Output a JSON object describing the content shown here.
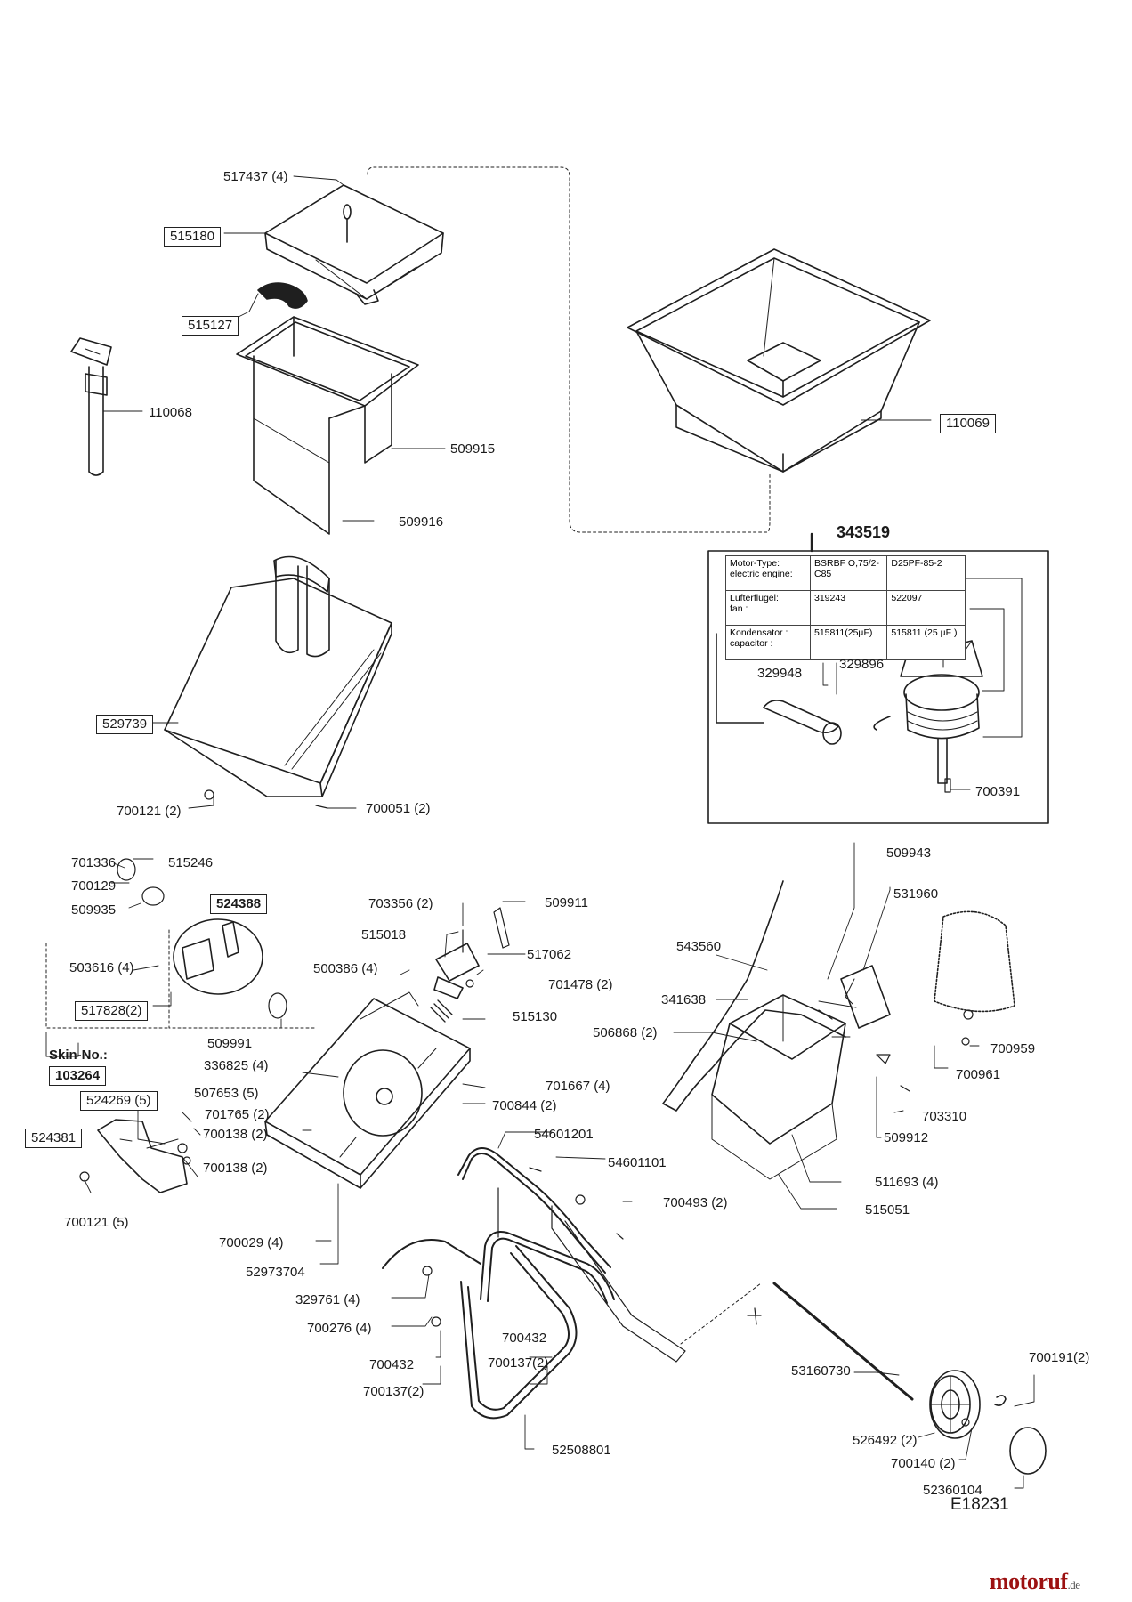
{
  "motor_table": {
    "title": "343519",
    "rows": [
      {
        "label": "Motor-Type:\nelectric engine:",
        "v1": "BSRBF O,75/2-\nC85",
        "v2": "D25PF-85-2"
      },
      {
        "label": "Lüfterflügel:\nfan :",
        "v1": "319243",
        "v2": "522097"
      },
      {
        "label": "Kondensator :\ncapacitor :",
        "v1": "515811(25µF)",
        "v2": "515811 (25 µF )"
      }
    ]
  },
  "parts": [
    {
      "text": "517437 (4)",
      "boxed": false
    },
    {
      "text": "515180",
      "boxed": true
    },
    {
      "text": "515127",
      "boxed": true
    },
    {
      "text": "110068",
      "boxed": false
    },
    {
      "text": "509915",
      "boxed": false
    },
    {
      "text": "509916",
      "boxed": false
    },
    {
      "text": "110069",
      "boxed": true
    },
    {
      "text": "529739",
      "boxed": true
    },
    {
      "text": "700121 (2)",
      "boxed": false
    },
    {
      "text": "700051 (2)",
      "boxed": false
    },
    {
      "text": "329948",
      "boxed": false
    },
    {
      "text": "329896",
      "boxed": false
    },
    {
      "text": "700391",
      "boxed": false
    },
    {
      "text": "701336",
      "boxed": false
    },
    {
      "text": "515246",
      "boxed": false
    },
    {
      "text": "700129",
      "boxed": false
    },
    {
      "text": "509935",
      "boxed": false
    },
    {
      "text": "524388",
      "boxed": true
    },
    {
      "text": "503616 (4)",
      "boxed": false
    },
    {
      "text": "517828(2)",
      "boxed": true
    },
    {
      "text": "Skin-No.:",
      "boxed": false
    },
    {
      "text": "103264",
      "boxed": true
    },
    {
      "text": "509991",
      "boxed": false
    },
    {
      "text": "703356 (2)",
      "boxed": false
    },
    {
      "text": "509911",
      "boxed": false
    },
    {
      "text": "515018",
      "boxed": false
    },
    {
      "text": "517062",
      "boxed": false
    },
    {
      "text": "500386 (4)",
      "boxed": false
    },
    {
      "text": "701478 (2)",
      "boxed": false
    },
    {
      "text": "515130",
      "boxed": false
    },
    {
      "text": "336825 (4)",
      "boxed": false
    },
    {
      "text": "701667 (4)",
      "boxed": false
    },
    {
      "text": "700844 (2)",
      "boxed": false
    },
    {
      "text": "524269 (5)",
      "boxed": true
    },
    {
      "text": "507653 (5)",
      "boxed": false
    },
    {
      "text": "701765 (2)",
      "boxed": false
    },
    {
      "text": "524381",
      "boxed": true
    },
    {
      "text": "700138 (2)",
      "boxed": false
    },
    {
      "text": "700138 (2)",
      "boxed": false
    },
    {
      "text": "700121 (5)",
      "boxed": false
    },
    {
      "text": "700029 (4)",
      "boxed": false
    },
    {
      "text": "52973704",
      "boxed": false
    },
    {
      "text": "509943",
      "boxed": false
    },
    {
      "text": "531960",
      "boxed": false
    },
    {
      "text": "543560",
      "boxed": false
    },
    {
      "text": "341638",
      "boxed": false
    },
    {
      "text": "506868 (2)",
      "boxed": false
    },
    {
      "text": "700959",
      "boxed": false
    },
    {
      "text": "700961",
      "boxed": false
    },
    {
      "text": "703310",
      "boxed": false
    },
    {
      "text": "509912",
      "boxed": false
    },
    {
      "text": "511693 (4)",
      "boxed": false
    },
    {
      "text": "515051",
      "boxed": false
    },
    {
      "text": "54601201",
      "boxed": false
    },
    {
      "text": "54601101",
      "boxed": false
    },
    {
      "text": "700493 (2)",
      "boxed": false
    },
    {
      "text": "329761 (4)",
      "boxed": false
    },
    {
      "text": "700276 (4)",
      "boxed": false
    },
    {
      "text": "700432",
      "boxed": false
    },
    {
      "text": "700137(2)",
      "boxed": false
    },
    {
      "text": "700432",
      "boxed": false
    },
    {
      "text": "700137(2)",
      "boxed": false
    },
    {
      "text": "52508801",
      "boxed": false
    },
    {
      "text": "53160730",
      "boxed": false
    },
    {
      "text": "700191(2)",
      "boxed": false
    },
    {
      "text": "526492 (2)",
      "boxed": false
    },
    {
      "text": "700140 (2)",
      "boxed": false
    },
    {
      "text": "52360104",
      "boxed": false
    }
  ],
  "drawing_number": "E18231",
  "watermark": {
    "brand": "motoruf",
    "tld": ".de"
  }
}
